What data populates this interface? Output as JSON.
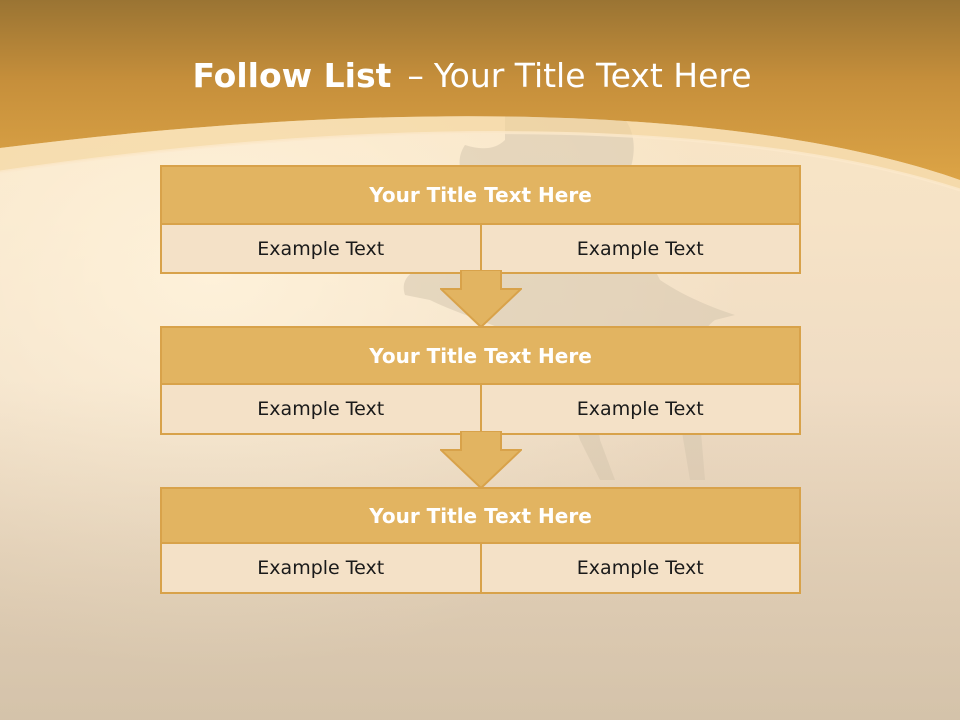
{
  "title": {
    "bold": "Follow List",
    "dash": "–",
    "rest": "Your Title Text Here"
  },
  "blocks": [
    {
      "title": "Your Title Text Here",
      "cells": [
        "Example Text",
        "Example Text"
      ]
    },
    {
      "title": "Your Title Text Here",
      "cells": [
        "Example Text",
        "Example Text"
      ]
    },
    {
      "title": "Your Title Text Here",
      "cells": [
        "Example Text",
        "Example Text"
      ]
    }
  ],
  "colors": {
    "header": "#d9a143",
    "block_title": "#e2b461",
    "block_border": "#d8a24a",
    "cell": "#f4e1c7",
    "arrow": "#e2b461"
  }
}
